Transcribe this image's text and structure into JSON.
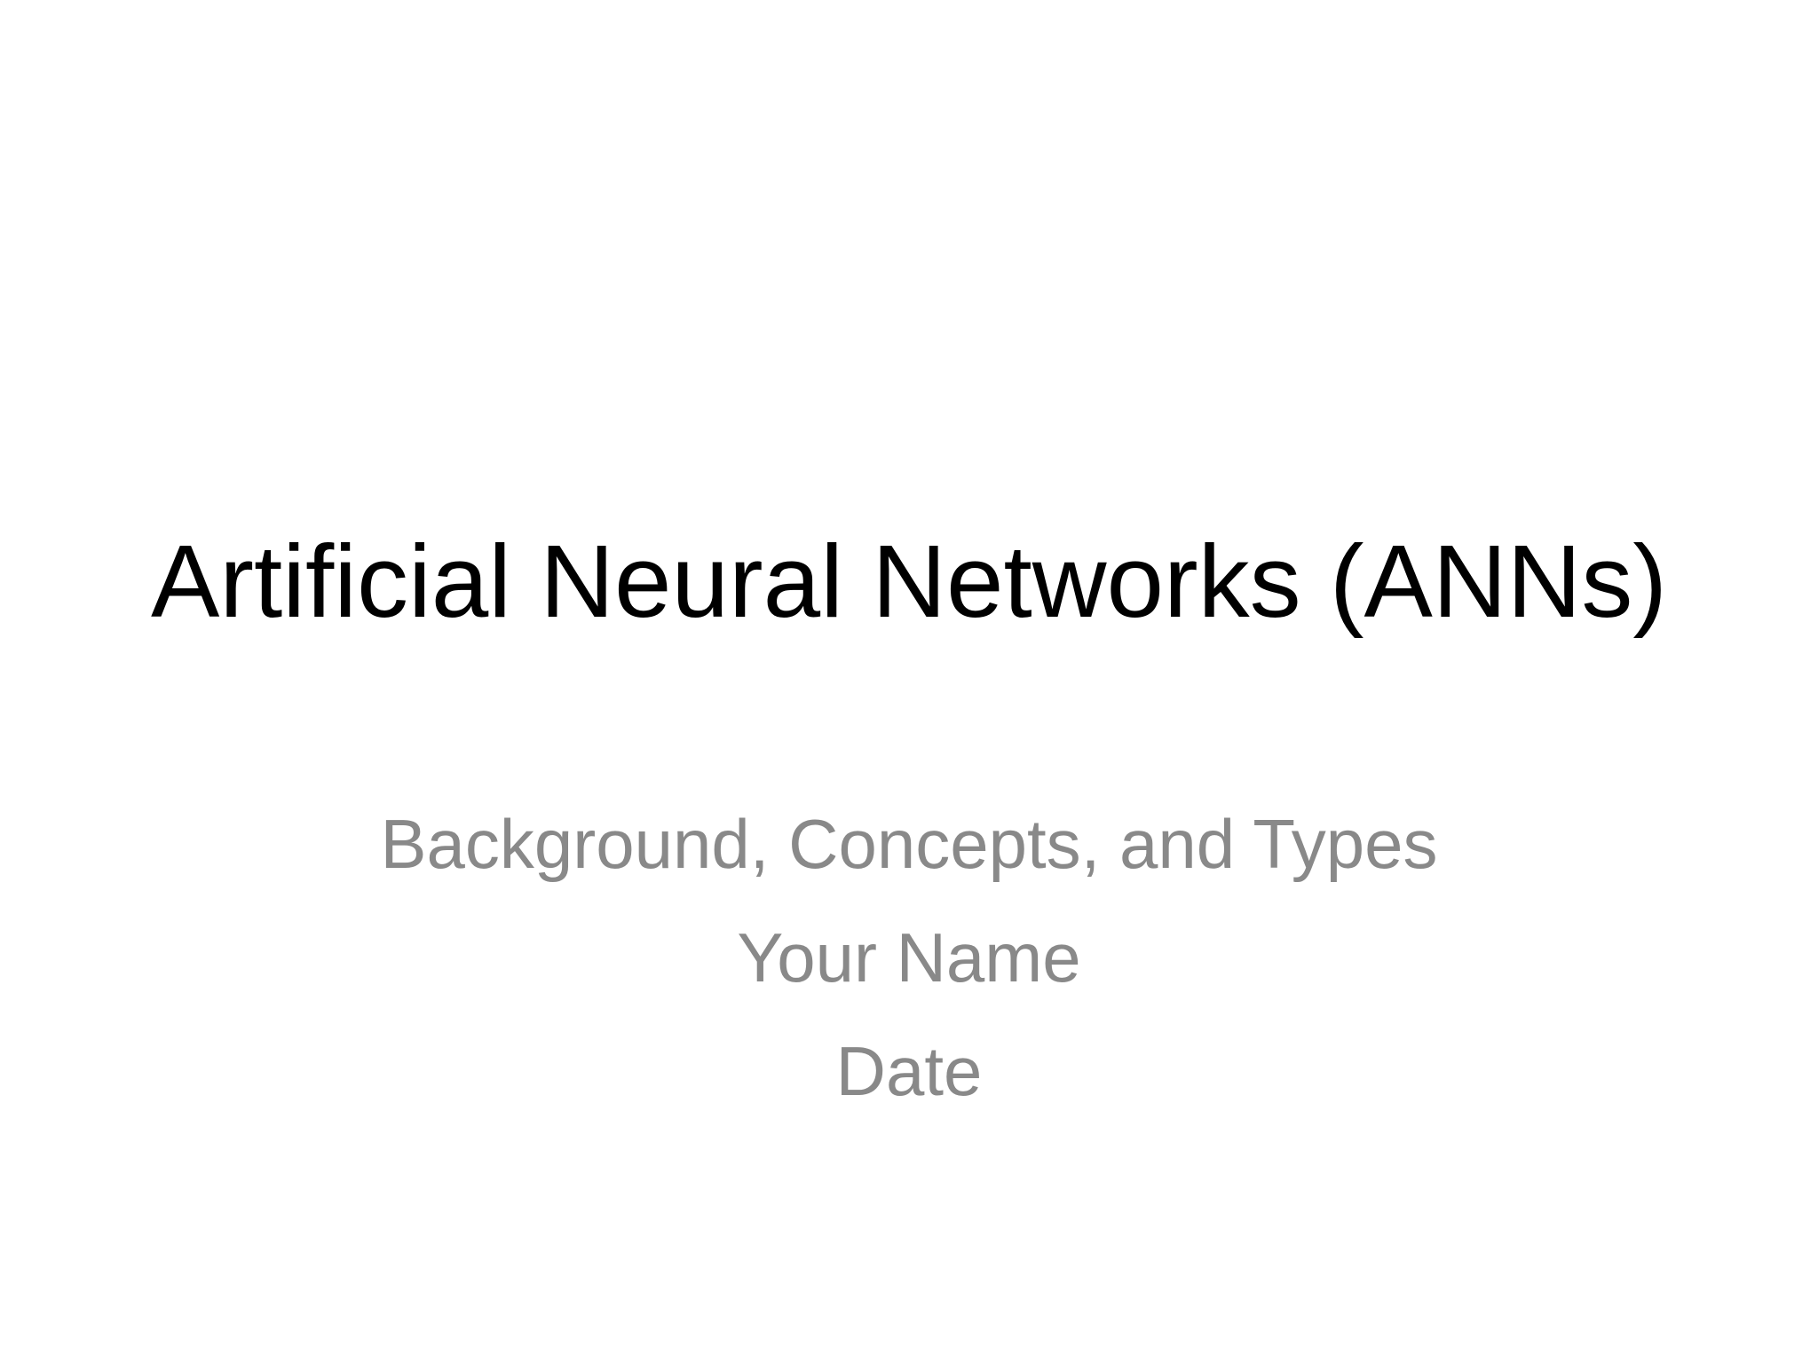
{
  "slide": {
    "title": "Artificial Neural Networks (ANNs)",
    "subtitle_lines": [
      "Background, Concepts, and Types",
      "Your Name",
      "Date"
    ]
  },
  "colors": {
    "background": "#ffffff",
    "title": "#000000",
    "subtitle": "#898989"
  }
}
